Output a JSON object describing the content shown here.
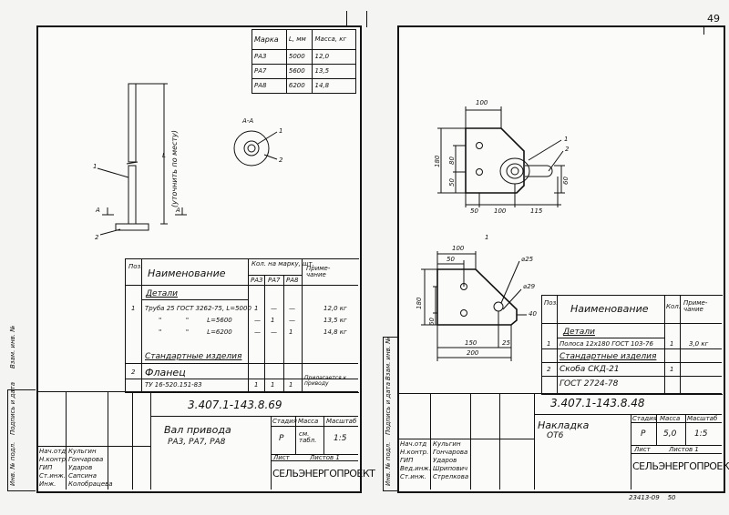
{
  "page": {
    "corner_number": "49"
  },
  "left": {
    "marks_table": {
      "headers": [
        "Марка",
        "L, мм",
        "Масса, кг"
      ],
      "rows": [
        [
          "РА3",
          "5000",
          "12,0"
        ],
        [
          "РА7",
          "5600",
          "13,5"
        ],
        [
          "РА8",
          "6200",
          "14,8"
        ]
      ]
    },
    "drawing": {
      "label_L": "L",
      "label_note": "(уточнить по месту)",
      "callout_1": "1",
      "callout_2": "2",
      "section_a1": "А",
      "section_a2": "А",
      "section_title": "А-А",
      "sec_callout_1": "1",
      "sec_callout_2": "2"
    },
    "spec": {
      "h_pos": "Поз.",
      "h_name": "Наименование",
      "h_qty": "Кол. на марку, шт.",
      "h_marks": [
        "РА3",
        "РА7",
        "РА8"
      ],
      "h_note": "Приме- чание",
      "section_details": "Детали",
      "row1": {
        "pos": "1",
        "name": "Труба 25  ГОСТ 3262-75, L=5000",
        "q": [
          "1",
          "—",
          "—"
        ],
        "note": "12,0 кг"
      },
      "row2": {
        "pos": "",
        "name": "\"            \"         L=5600",
        "q": [
          "—",
          "1",
          "—"
        ],
        "note": "13,5 кг"
      },
      "row3": {
        "pos": "",
        "name": "\"            \"         L=6200",
        "q": [
          "—",
          "—",
          "1"
        ],
        "note": "14,8 кг"
      },
      "section_std": "Стандартные изделия",
      "row4": {
        "pos": "2",
        "name": "Фланец",
        "sub": "ТУ 16-520.151-83",
        "q": [
          "1",
          "1",
          "1"
        ],
        "note": "Прилагается к приводу"
      }
    },
    "title_block": {
      "code": "3.407.1-143.8.69",
      "name_line1": "Вал привода",
      "name_line2": "РА3, РА7, РА8",
      "stadia_label": "Стадия",
      "massa_label": "Масса",
      "masshtab_label": "Масштаб",
      "stadia": "Р",
      "massa": "см. табл.",
      "masshtab": "1:5",
      "list_label": "Лист",
      "listov_label": "Листов 1",
      "org": "СЕЛЬЭНЕРГОПРОЕКТ",
      "roles": [
        "Нач.отд",
        "Н.контр.",
        "ГИП",
        "Ст.инж.",
        "Инж."
      ],
      "names": [
        "Кульгин",
        "Гончарова",
        "Ударов",
        "Сапсина",
        "Колобрацева"
      ]
    },
    "sidebar": [
      "Инв. № подл.",
      "Подпись и дата",
      "Взам. инв. №"
    ]
  },
  "right": {
    "dims_top": {
      "d100": "100",
      "d50": "50",
      "d100b": "100",
      "d115": "115",
      "d180": "180",
      "d80": "80",
      "d50v": "50",
      "d60": "60",
      "callout_1": "1",
      "callout_2": "2"
    },
    "dims_bottom": {
      "d100": "100",
      "d50": "50",
      "d25": "⌀25",
      "d29": "⌀29",
      "d180": "180",
      "d60": "60",
      "d40": "40",
      "d150": "150",
      "d25b": "25",
      "d200": "200",
      "section": "1"
    },
    "spec": {
      "h_pos": "Поз.",
      "h_name": "Наименование",
      "h_qty": "Кол.",
      "h_note": "Приме- чание",
      "section_details": "Детали",
      "row1": {
        "pos": "1",
        "name": "Полоса 12х180 ГОСТ 103-76",
        "q": "1",
        "note": "3,0 кг"
      },
      "section_std": "Стандартные изделия",
      "row2": {
        "pos": "2",
        "name": "Скоба СКД-21",
        "sub": "ГОСТ 2724-78",
        "q": "1",
        "note": ""
      }
    },
    "title_block": {
      "code": "3.407.1-143.8.48",
      "name_line1": "Накладка",
      "name_line2": "ОТ6",
      "stadia_label": "Стадия",
      "massa_label": "Масса",
      "masshtab_label": "Масштаб",
      "stadia": "Р",
      "massa": "5,0",
      "masshtab": "1:5",
      "list_label": "Лист",
      "listov_label": "Листов 1",
      "org": "СЕЛЬЭНЕРГОПРОЕКТ",
      "roles": [
        "Нач.отд",
        "Н.контр.",
        "ГИП",
        "Вед.инж.",
        "Ст.инж."
      ],
      "names": [
        "Кульгин",
        "Гончарова",
        "Ударов",
        "Шрипович",
        "Стрелкова"
      ]
    },
    "footer_code": "23413-09    50",
    "sidebar": [
      "Инв. № подл.",
      "Подпись и дата",
      "Взам. инв. №"
    ]
  }
}
